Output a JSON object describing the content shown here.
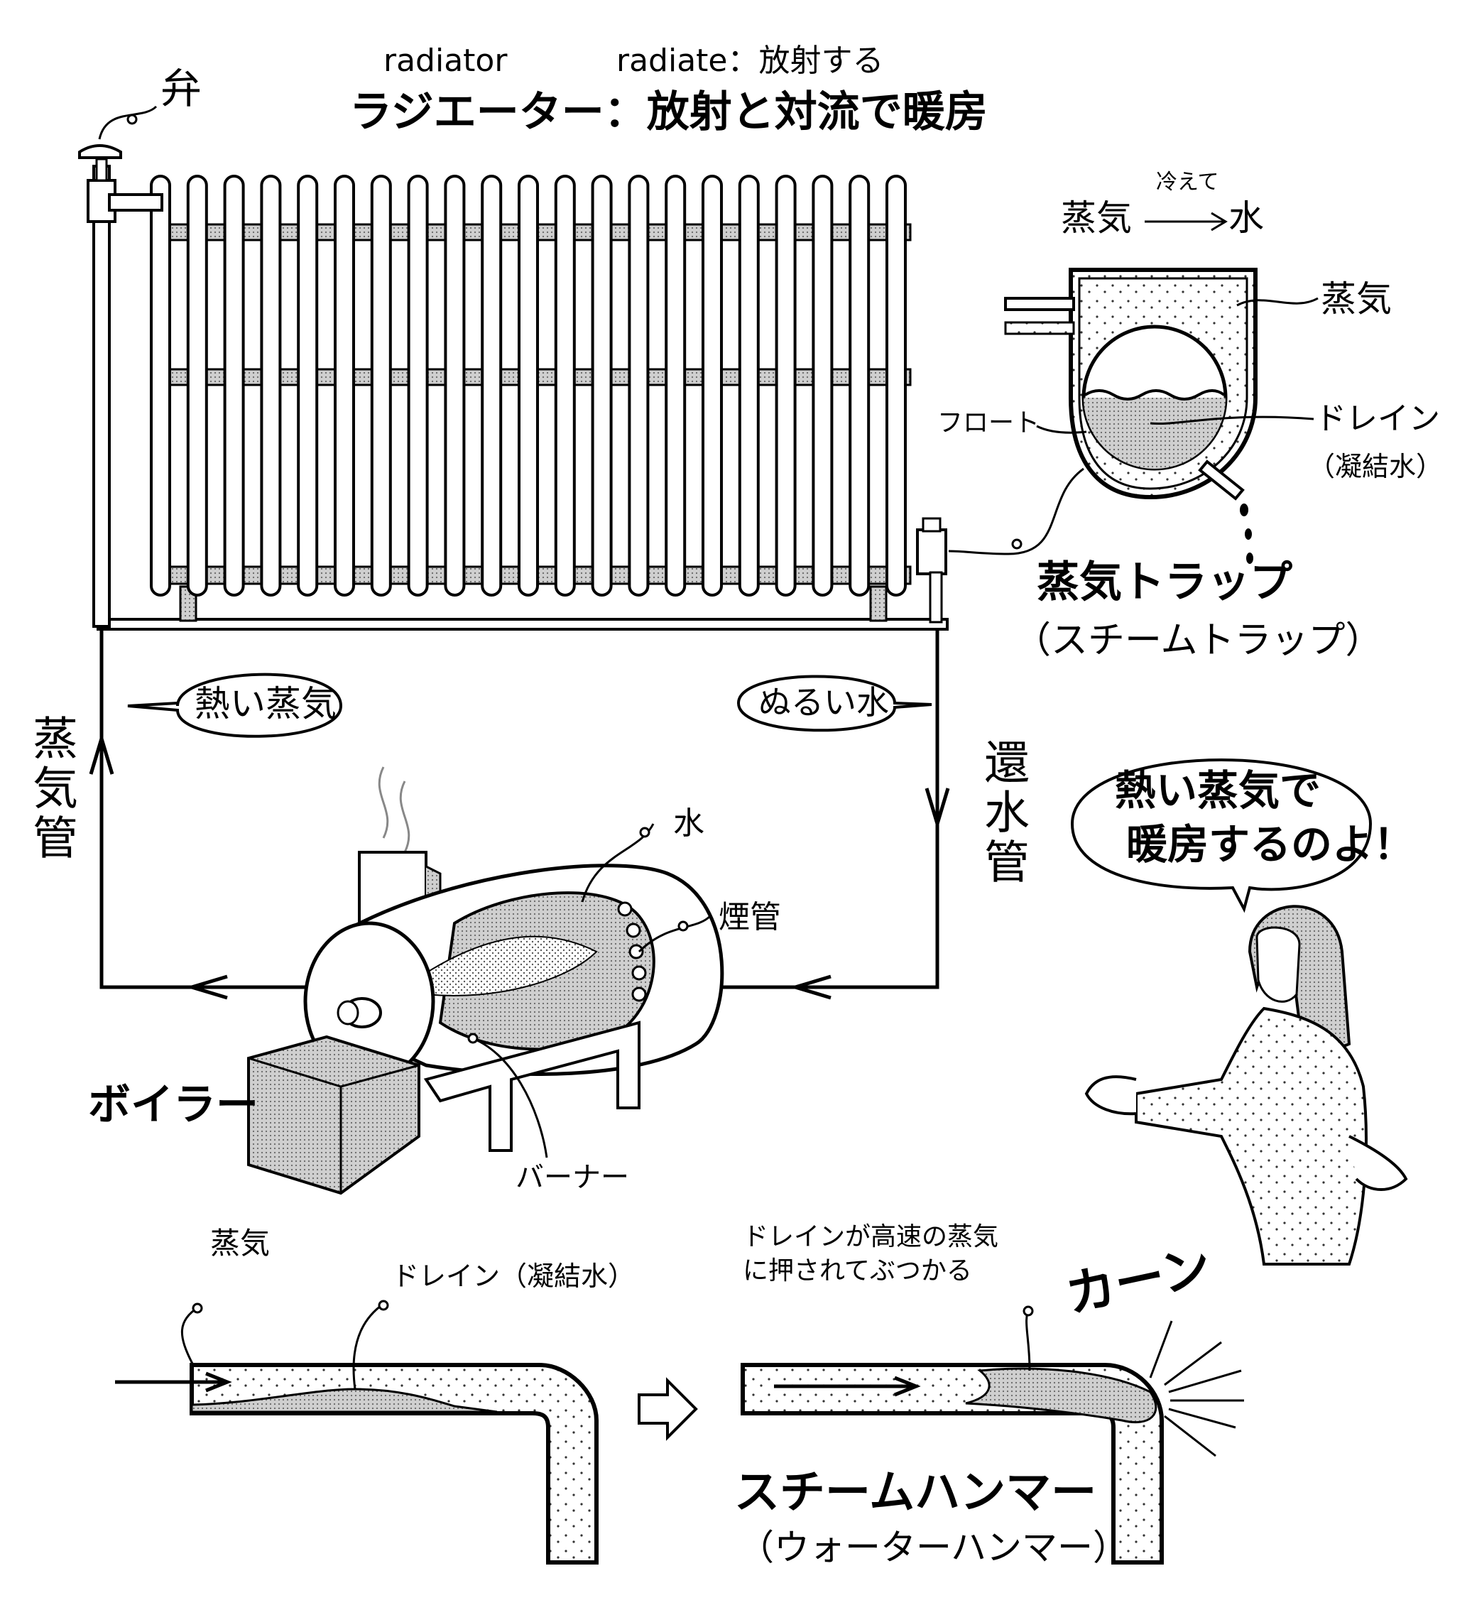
{
  "title": {
    "en": "radiator",
    "en_def": "radiate：放射する",
    "main": "ラジエーター：放射と対流で暖房"
  },
  "radiator_labels": {
    "valve": "弁"
  },
  "steam_trap": {
    "change_label_steam": "蒸気",
    "change_label_small": "冷えて",
    "change_label_water": "水",
    "steam": "蒸気",
    "float": "フロート",
    "drain": "ドレイン",
    "drain_sub": "（凝結水）",
    "name": "蒸気トラップ",
    "name_sub": "（スチームトラップ）"
  },
  "piping": {
    "steam_pipe": "蒸気管",
    "return_pipe": "還水管",
    "hot_steam_bubble": "熱い蒸気",
    "lukewarm_bubble": "ぬるい水"
  },
  "boiler": {
    "name": "ボイラー",
    "water": "水",
    "flue_tube": "煙管",
    "burner": "バーナー"
  },
  "character": {
    "speech_line1": "熱い蒸気で",
    "speech_line2": "暖房するのよ！"
  },
  "hammer": {
    "steam": "蒸気",
    "drain": "ドレイン（凝結水）",
    "note_line1": "ドレインが高速の蒸気",
    "note_line2": "に押されてぶつかる",
    "onomatopoeia": "カーン",
    "name": "スチームハンマー",
    "name_sub": "（ウォーターハンマー）"
  },
  "colors": {
    "ink": "#000000",
    "screen_tone": "#bdbdbd",
    "light_tone": "#e2e2e2",
    "paper": "#ffffff"
  }
}
